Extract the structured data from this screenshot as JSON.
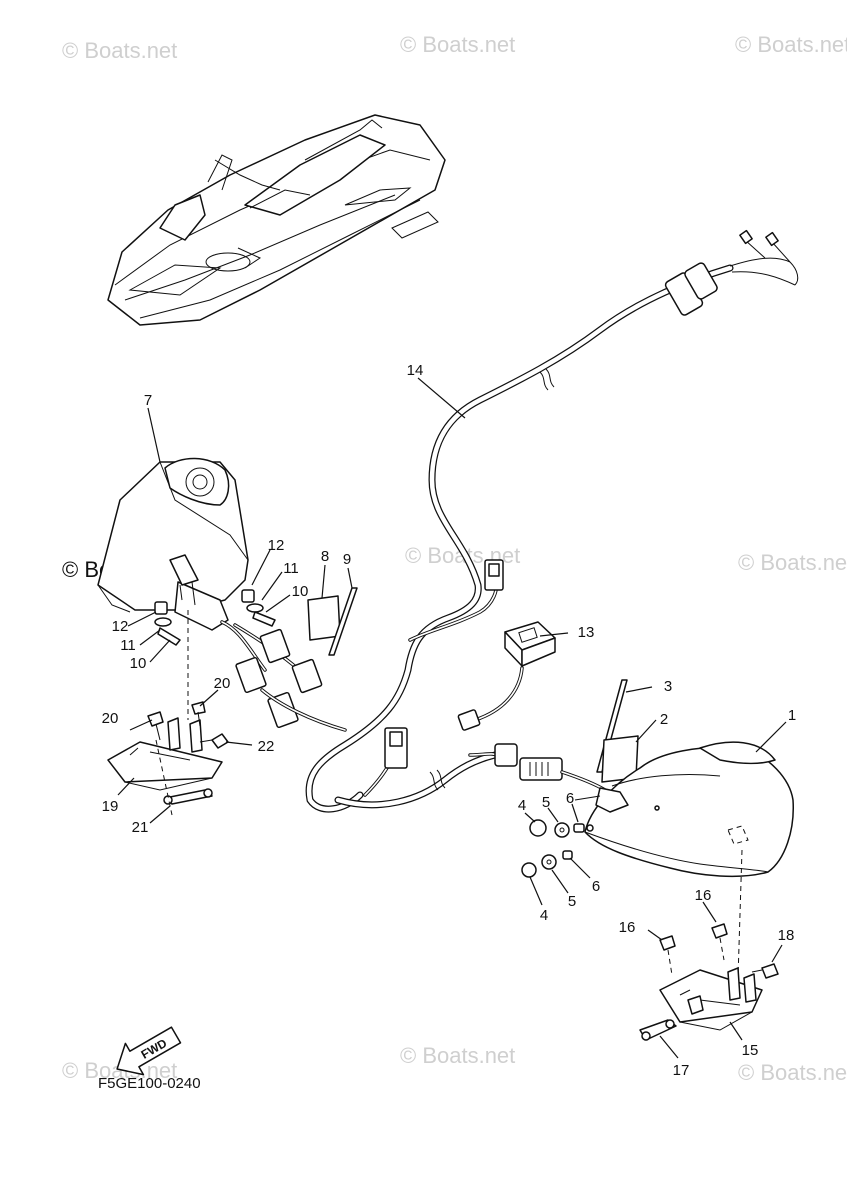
{
  "diagram_code": "F5GE100-0240",
  "fwd_arrow_label": "FWD",
  "watermark_text": "© Boats.net",
  "callouts": {
    "c1": "1",
    "c2": "2",
    "c3": "3",
    "c4a": "4",
    "c4b": "4",
    "c5a": "5",
    "c5b": "5",
    "c6a": "6",
    "c6b": "6",
    "c7": "7",
    "c8": "8",
    "c9": "9",
    "c10a": "10",
    "c10b": "10",
    "c11a": "11",
    "c11b": "11",
    "c12a": "12",
    "c12b": "12",
    "c13": "13",
    "c14": "14",
    "c15": "15",
    "c16a": "16",
    "c16b": "16",
    "c17": "17",
    "c18": "18",
    "c19": "19",
    "c20a": "20",
    "c20b": "20",
    "c21": "21",
    "c22": "22"
  }
}
